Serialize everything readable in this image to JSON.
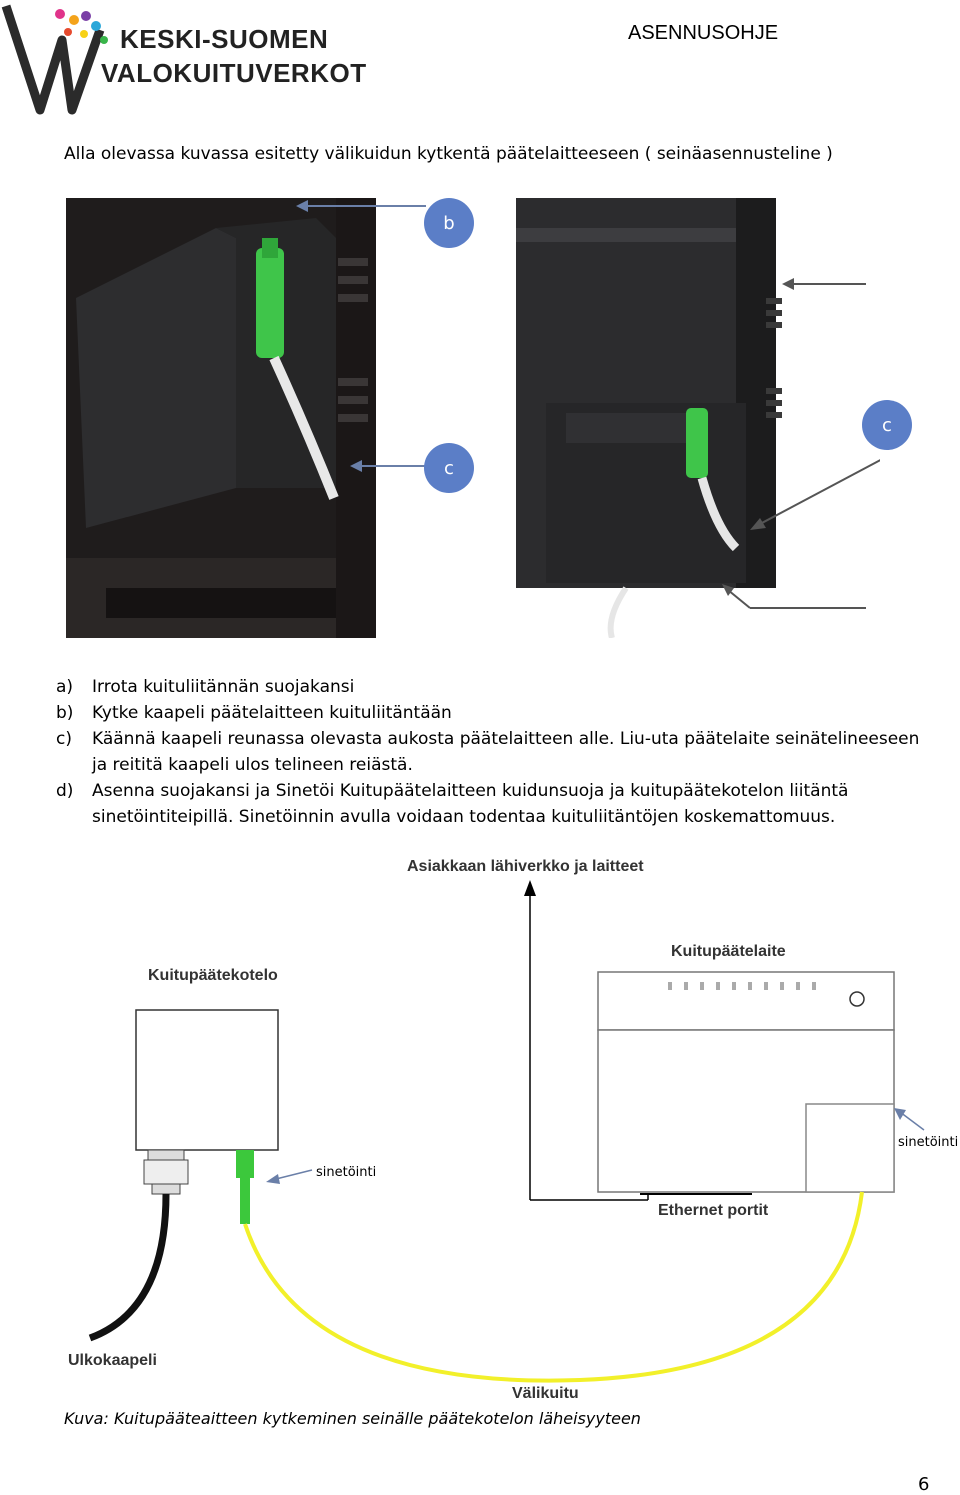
{
  "header": {
    "logo_line1": "KESKI-SUOMEN",
    "logo_line2": "VALOKUITUVERKOT",
    "doc_type": "ASENNUSOHJE"
  },
  "intro": "Alla olevassa kuvassa esitetty välikuidun kytkentä päätelaitteeseen ( seinäasennusteline )",
  "photo_labels": {
    "b": "b",
    "c_left": "c",
    "c_right": "c"
  },
  "steps": [
    {
      "key": "a)",
      "text": "Irrota kuituliitännän suojakansi"
    },
    {
      "key": "b)",
      "text": "Kytke kaapeli päätelaitteen kuituliitäntään"
    },
    {
      "key": "c)",
      "text": "Käännä kaapeli reunassa olevasta aukosta päätelaitteen alle. Liu-uta päätelaite seinätelineeseen ja reititä kaapeli ulos telineen reiästä."
    },
    {
      "key": "d)",
      "text": "Asenna suojakansi ja Sinetöi Kuitupäätelaitteen kuidunsuoja ja kuitupäätekotelon liitäntä sinetöintiteipillä. Sinetöinnin avulla voidaan todentaa kuituliitäntöjen koskemattomuus."
    }
  ],
  "diagram": {
    "network_label": "Asiakkaan lähiverkko ja laitteet",
    "device_label": "Kuitupäätelaite",
    "enclosure_label": "Kuitupäätekotelo",
    "seal_left": "sinetöinti",
    "seal_right": "sinetöinti",
    "ethernet_label": "Ethernet portit",
    "outdoor_cable_label": "Ulkokaapeli",
    "patch_cable_label": "Välikuitu"
  },
  "caption": "Kuva: Kuitupääteaitteen kytkeminen seinälle päätekotelon läheisyyteen",
  "page_number": "6",
  "colors": {
    "badge": "#5b7ec7",
    "fiber_green": "#3cc83c",
    "patch_yellow": "#f2f02a"
  }
}
